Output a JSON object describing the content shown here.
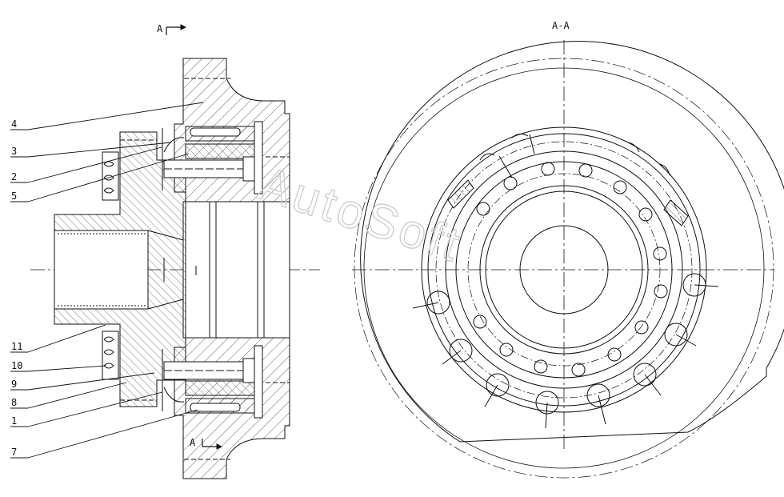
{
  "section_marks": {
    "top": "A",
    "bottom": "A",
    "view_title": "A-A"
  },
  "callouts": [
    {
      "id": "c4",
      "text": "4"
    },
    {
      "id": "c3",
      "text": "3"
    },
    {
      "id": "c2",
      "text": "2"
    },
    {
      "id": "c5",
      "text": "5"
    },
    {
      "id": "c11",
      "text": "11"
    },
    {
      "id": "c10",
      "text": "10"
    },
    {
      "id": "c9",
      "text": "9"
    },
    {
      "id": "c8",
      "text": "8"
    },
    {
      "id": "c1",
      "text": "1"
    },
    {
      "id": "c7",
      "text": "7"
    }
  ],
  "watermark": "AutoSoft",
  "colors": {
    "line": "#111111",
    "watermark": "#cfcfcf"
  }
}
